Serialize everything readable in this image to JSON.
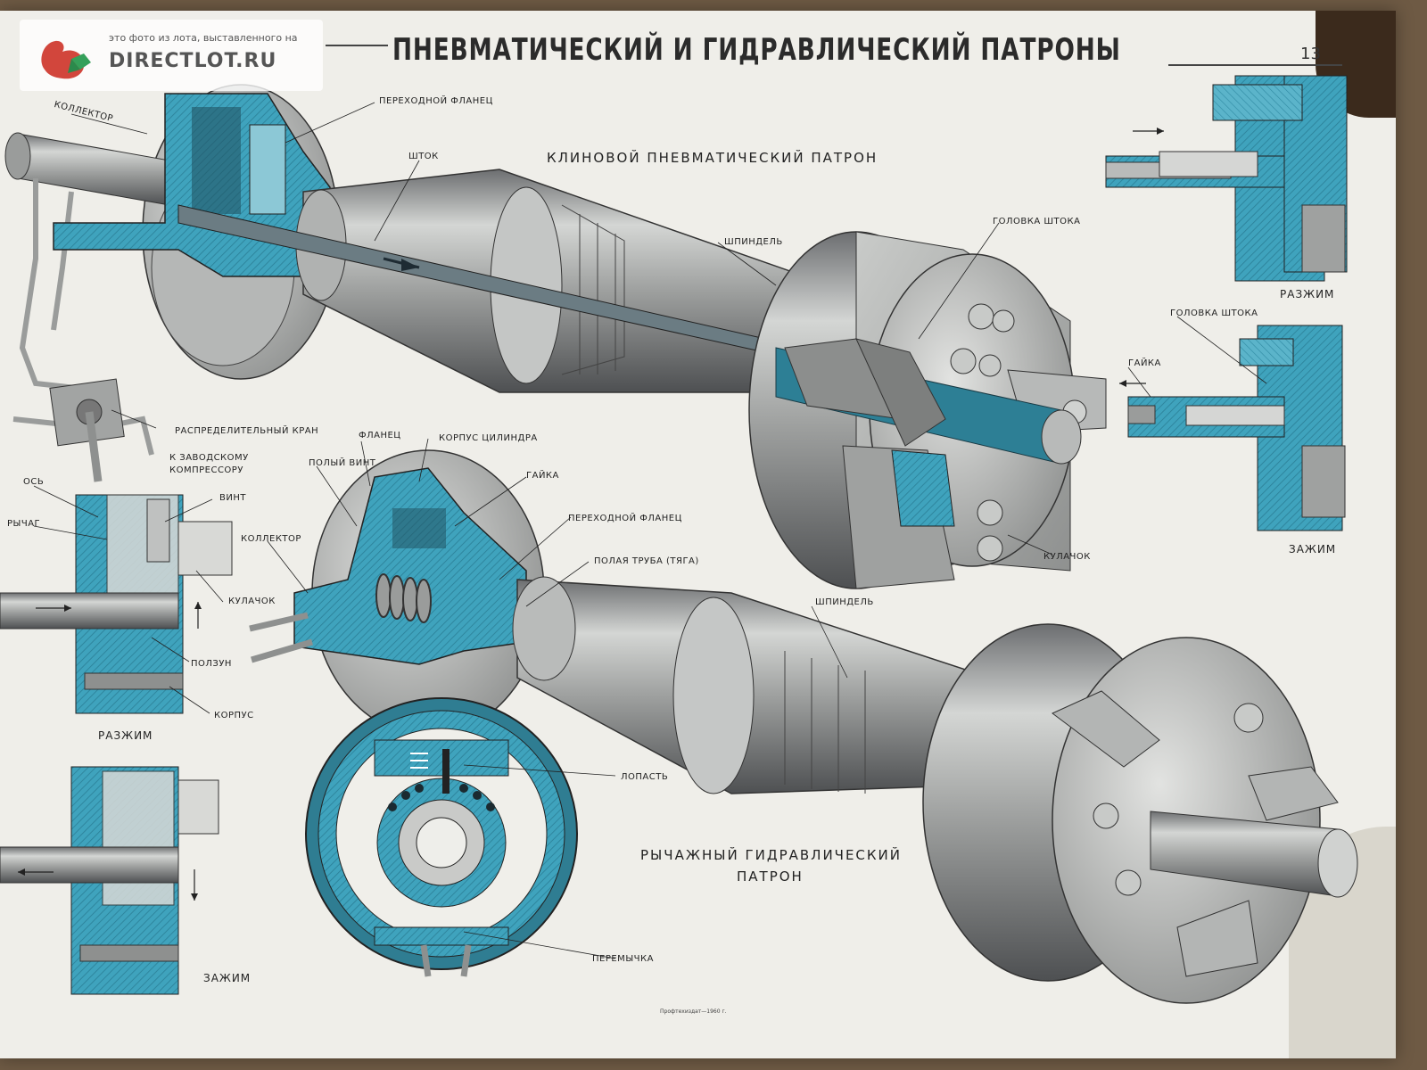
{
  "watermark": {
    "caption": "это фото из лота, выставленного на",
    "brand": "DIRECTLOT.RU"
  },
  "poster": {
    "title": "ПНЕВМАТИЧЕСКИЙ И ГИДРАВЛИЧЕСКИЙ ПАТРОНЫ",
    "sheet_number": "13",
    "section_top": "КЛИНОВОЙ ПНЕВМАТИЧЕСКИЙ ПАТРОН",
    "section_bottom_1": "РЫЧАЖНЫЙ ГИДРАВЛИЧЕСКИЙ",
    "section_bottom_2": "ПАТРОН",
    "labels": {
      "kollektor_top": "КОЛЛЕКТОР",
      "perekhodnoy_flanets_top": "ПЕРЕХОДНОЙ ФЛАНЕЦ",
      "shtok": "ШТОК",
      "shpindel_top": "ШПИНДЕЛЬ",
      "golovka_shtoka_top": "ГОЛОВКА ШТОКА",
      "raspredelitelny_kran": "РАСПРЕДЕЛИТЕЛЬНЫЙ КРАН",
      "k_zavodskomu": "К ЗАВОДСКОМУ",
      "kompressoru": "КОМПРЕССОРУ",
      "kulachok_top": "КУЛАЧОК",
      "razzhim_right": "РАЗЖИМ",
      "golovka_shtoka_right": "ГОЛОВКА ШТОКА",
      "gayka_right": "ГАЙКА",
      "zazhim_right": "ЗАЖИМ",
      "os": "ОСЬ",
      "rychag": "РЫЧАГ",
      "vint": "ВИНТ",
      "kulachok_left": "КУЛАЧОК",
      "polzun": "ПОЛЗУН",
      "korpus": "КОРПУС",
      "razzhim_left": "РАЗЖИМ",
      "zazhim_left": "ЗАЖИМ",
      "flanets": "ФЛАНЕЦ",
      "korpus_tsilindra": "КОРПУС ЦИЛИНДРА",
      "poly_vint": "ПОЛЫЙ ВИНТ",
      "gayka_mid": "ГАЙКА",
      "perekhodnoy_flanets_mid": "ПЕРЕХОДНОЙ ФЛАНЕЦ",
      "kollektor_mid": "КОЛЛЕКТОР",
      "polaya_truba": "ПОЛАЯ ТРУБА (ТЯГА)",
      "shpindel_bottom": "ШПИНДЕЛЬ",
      "lopast": "ЛОПАСТЬ",
      "peremychka": "ПЕРЕМЫЧКА",
      "publisher": "Профтехиздат—1960 г."
    }
  },
  "colors": {
    "paper": "#efeee9",
    "section_blue": "#3fa3bd",
    "section_blue_light": "#8cc8d6",
    "steel": "#a9aba8",
    "steel_dark": "#5e6062",
    "ink": "#222222"
  }
}
